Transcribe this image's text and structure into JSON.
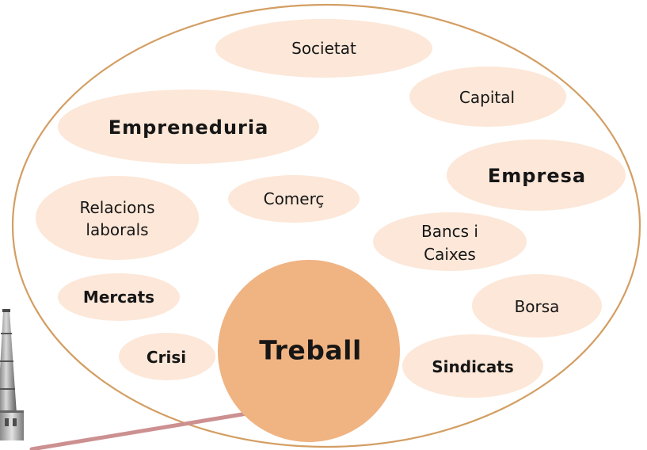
{
  "diagram": {
    "center": {
      "label": "Treball"
    },
    "concepts": [
      {
        "lines": [
          "Societat"
        ]
      },
      {
        "lines": [
          "Capital"
        ]
      },
      {
        "lines": [
          "Empreneduria"
        ]
      },
      {
        "lines": [
          "Empresa"
        ]
      },
      {
        "lines": [
          "Comerç"
        ]
      },
      {
        "lines": [
          "Relacions",
          "laborals"
        ]
      },
      {
        "lines": [
          "Bancs i",
          "Caixes"
        ]
      },
      {
        "lines": [
          "Mercats"
        ]
      },
      {
        "lines": [
          "Borsa"
        ]
      },
      {
        "lines": [
          "Crisi"
        ]
      },
      {
        "lines": [
          "Sindicats"
        ]
      }
    ]
  },
  "colors": {
    "outline": "#d39e63",
    "bubble_fill": "#fce7d8",
    "center_fill": "#f0b382",
    "connector": "#cc9091",
    "text": "#161616"
  }
}
